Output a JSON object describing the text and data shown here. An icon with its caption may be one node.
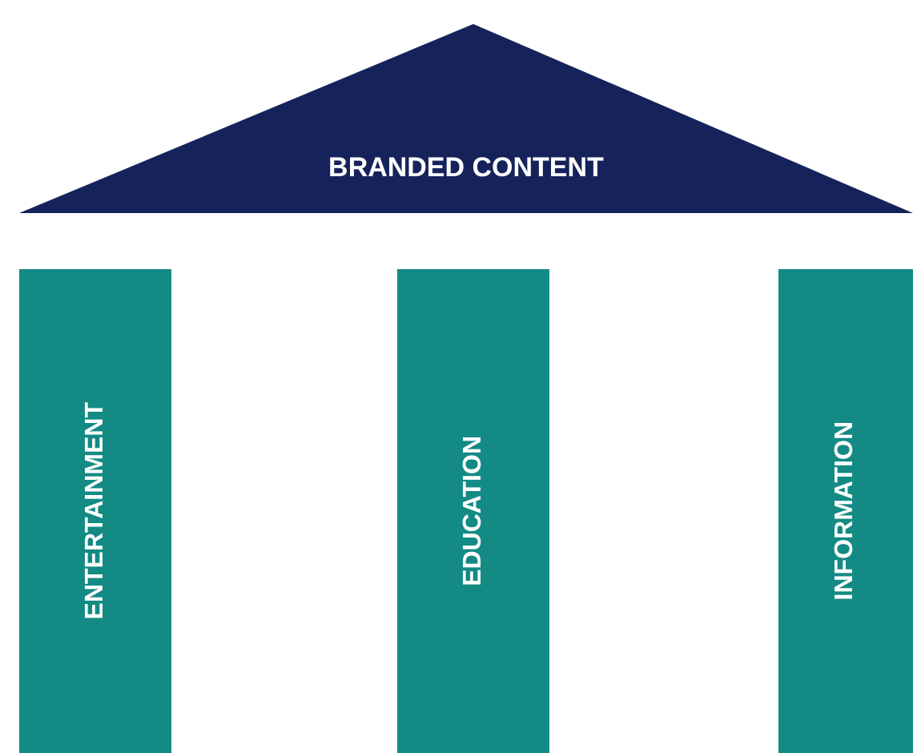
{
  "diagram": {
    "nodes": [
      {
        "text": [
          "BRANDED CONTENT"
        ]
      },
      {
        "text": [
          "ENTERTAINMENT"
        ]
      },
      {
        "text": [
          "EDUCATION"
        ]
      },
      {
        "text": [
          "INFORMATION"
        ]
      }
    ]
  }
}
